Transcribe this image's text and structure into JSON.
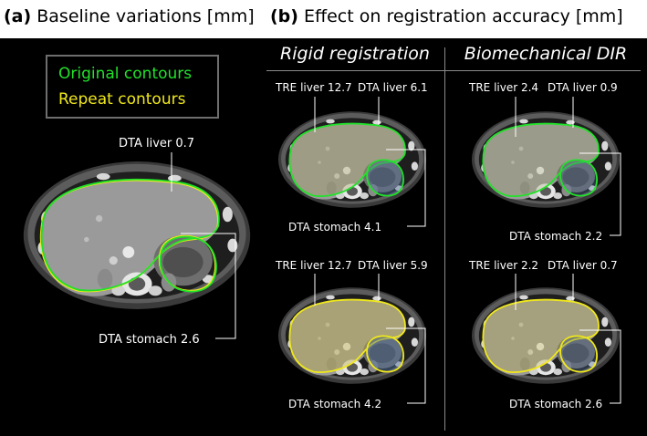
{
  "panel_a": {
    "tag": "(a)",
    "title": "Baseline variations [mm]",
    "legend": {
      "original": "Original contours",
      "repeat": "Repeat contours"
    },
    "dta_liver": "DTA liver 0.7",
    "dta_stomach": "DTA stomach 2.6"
  },
  "panel_b": {
    "tag": "(b)",
    "title": "Effect on registration accuracy [mm]",
    "col_rigid": "Rigid registration",
    "col_bio": "Biomechanical DIR",
    "rigid_top": {
      "tre": "TRE liver 12.7",
      "dta": "DTA liver 6.1",
      "stomach": "DTA stomach 4.1"
    },
    "bio_top": {
      "tre": "TRE liver 2.4",
      "dta": "DTA liver 0.9",
      "stomach": "DTA stomach 2.2"
    },
    "rigid_bottom": {
      "tre": "TRE liver 12.7",
      "dta": "DTA liver 5.9",
      "stomach": "DTA stomach 4.2"
    },
    "bio_bottom": {
      "tre": "TRE liver 2.2",
      "dta": "DTA liver 0.7",
      "stomach": "DTA stomach 2.6"
    }
  },
  "colors": {
    "original": "#22e22a",
    "repeat": "#f0e81c",
    "text": "#ffffff",
    "rule": "#8a8a8a"
  }
}
